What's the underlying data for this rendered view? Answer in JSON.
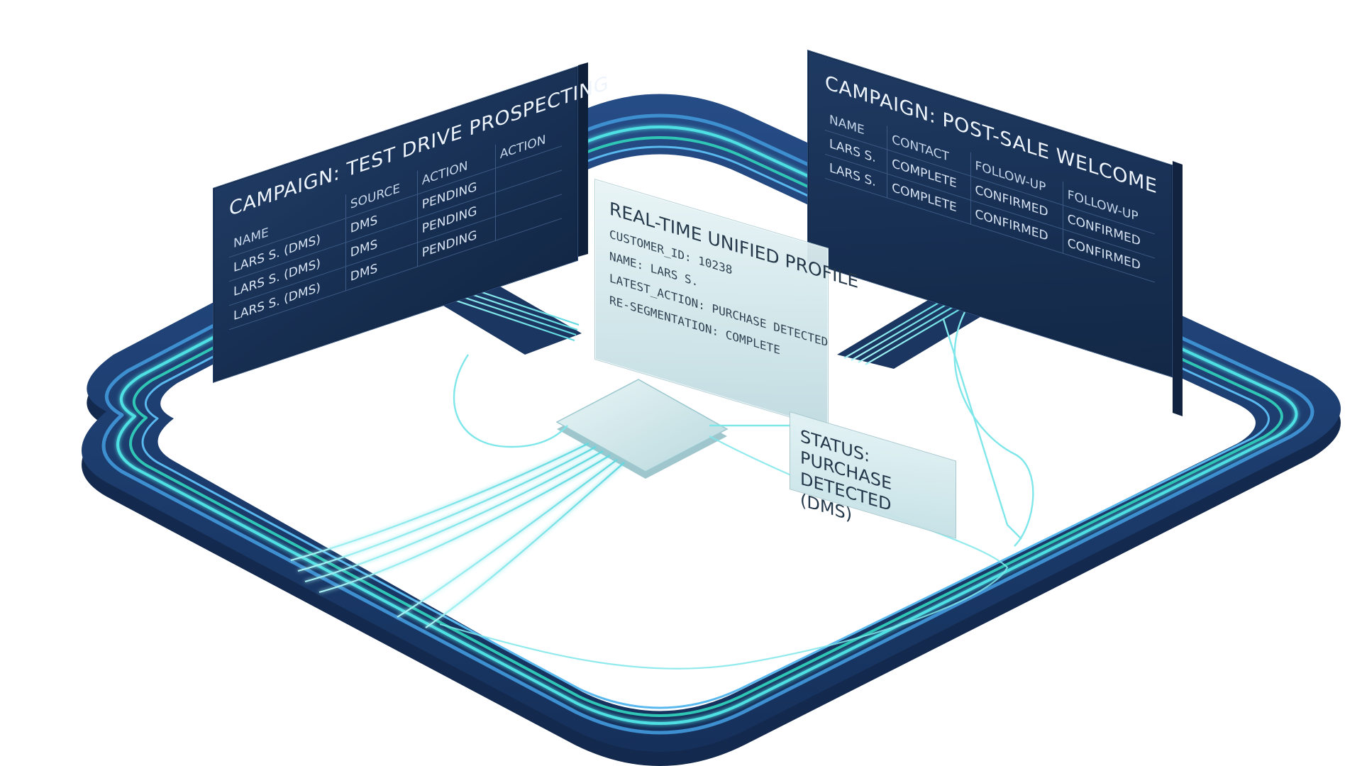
{
  "left_panel": {
    "title": "CAMPAIGN: TEST DRIVE PROSPECTING",
    "headers": [
      "NAME",
      "SOURCE",
      "ACTION",
      "ACTION"
    ],
    "rows": [
      [
        "LARS S. (DMS)",
        "DMS",
        "PENDING",
        ""
      ],
      [
        "LARS S. (DMS)",
        "DMS",
        "PENDING",
        ""
      ],
      [
        "LARS S. (DMS)",
        "DMS",
        "PENDING",
        ""
      ]
    ]
  },
  "right_panel": {
    "title": "CAMPAIGN: POST-SALE WELCOME",
    "headers": [
      "NAME",
      "CONTACT",
      "FOLLOW-UP",
      "FOLLOW-UP"
    ],
    "rows": [
      [
        "LARS S.",
        "COMPLETE",
        "CONFIRMED",
        "CONFIRMED"
      ],
      [
        "LARS S.",
        "COMPLETE",
        "CONFIRMED",
        "CONFIRMED"
      ]
    ]
  },
  "profile": {
    "title": "REAL-TIME UNIFIED PROFILE",
    "lines": [
      "CUSTOMER_ID: 10238",
      "NAME: LARS S.",
      "LATEST_ACTION: PURCHASE DETECTED",
      "RE-SEGMENTATION: COMPLETE"
    ]
  },
  "status": {
    "text": "STATUS: PURCHASE DETECTED (DMS)"
  },
  "colors": {
    "ring_outer": "#1c3a6e",
    "ring_mid": "#2f6fb0",
    "ring_cyan": "#3fd7e0",
    "ring_teal": "#2fc0b0",
    "panel_dark": "#1a3358",
    "glass": "#d6ebee",
    "wire": "#7fe6ea"
  }
}
